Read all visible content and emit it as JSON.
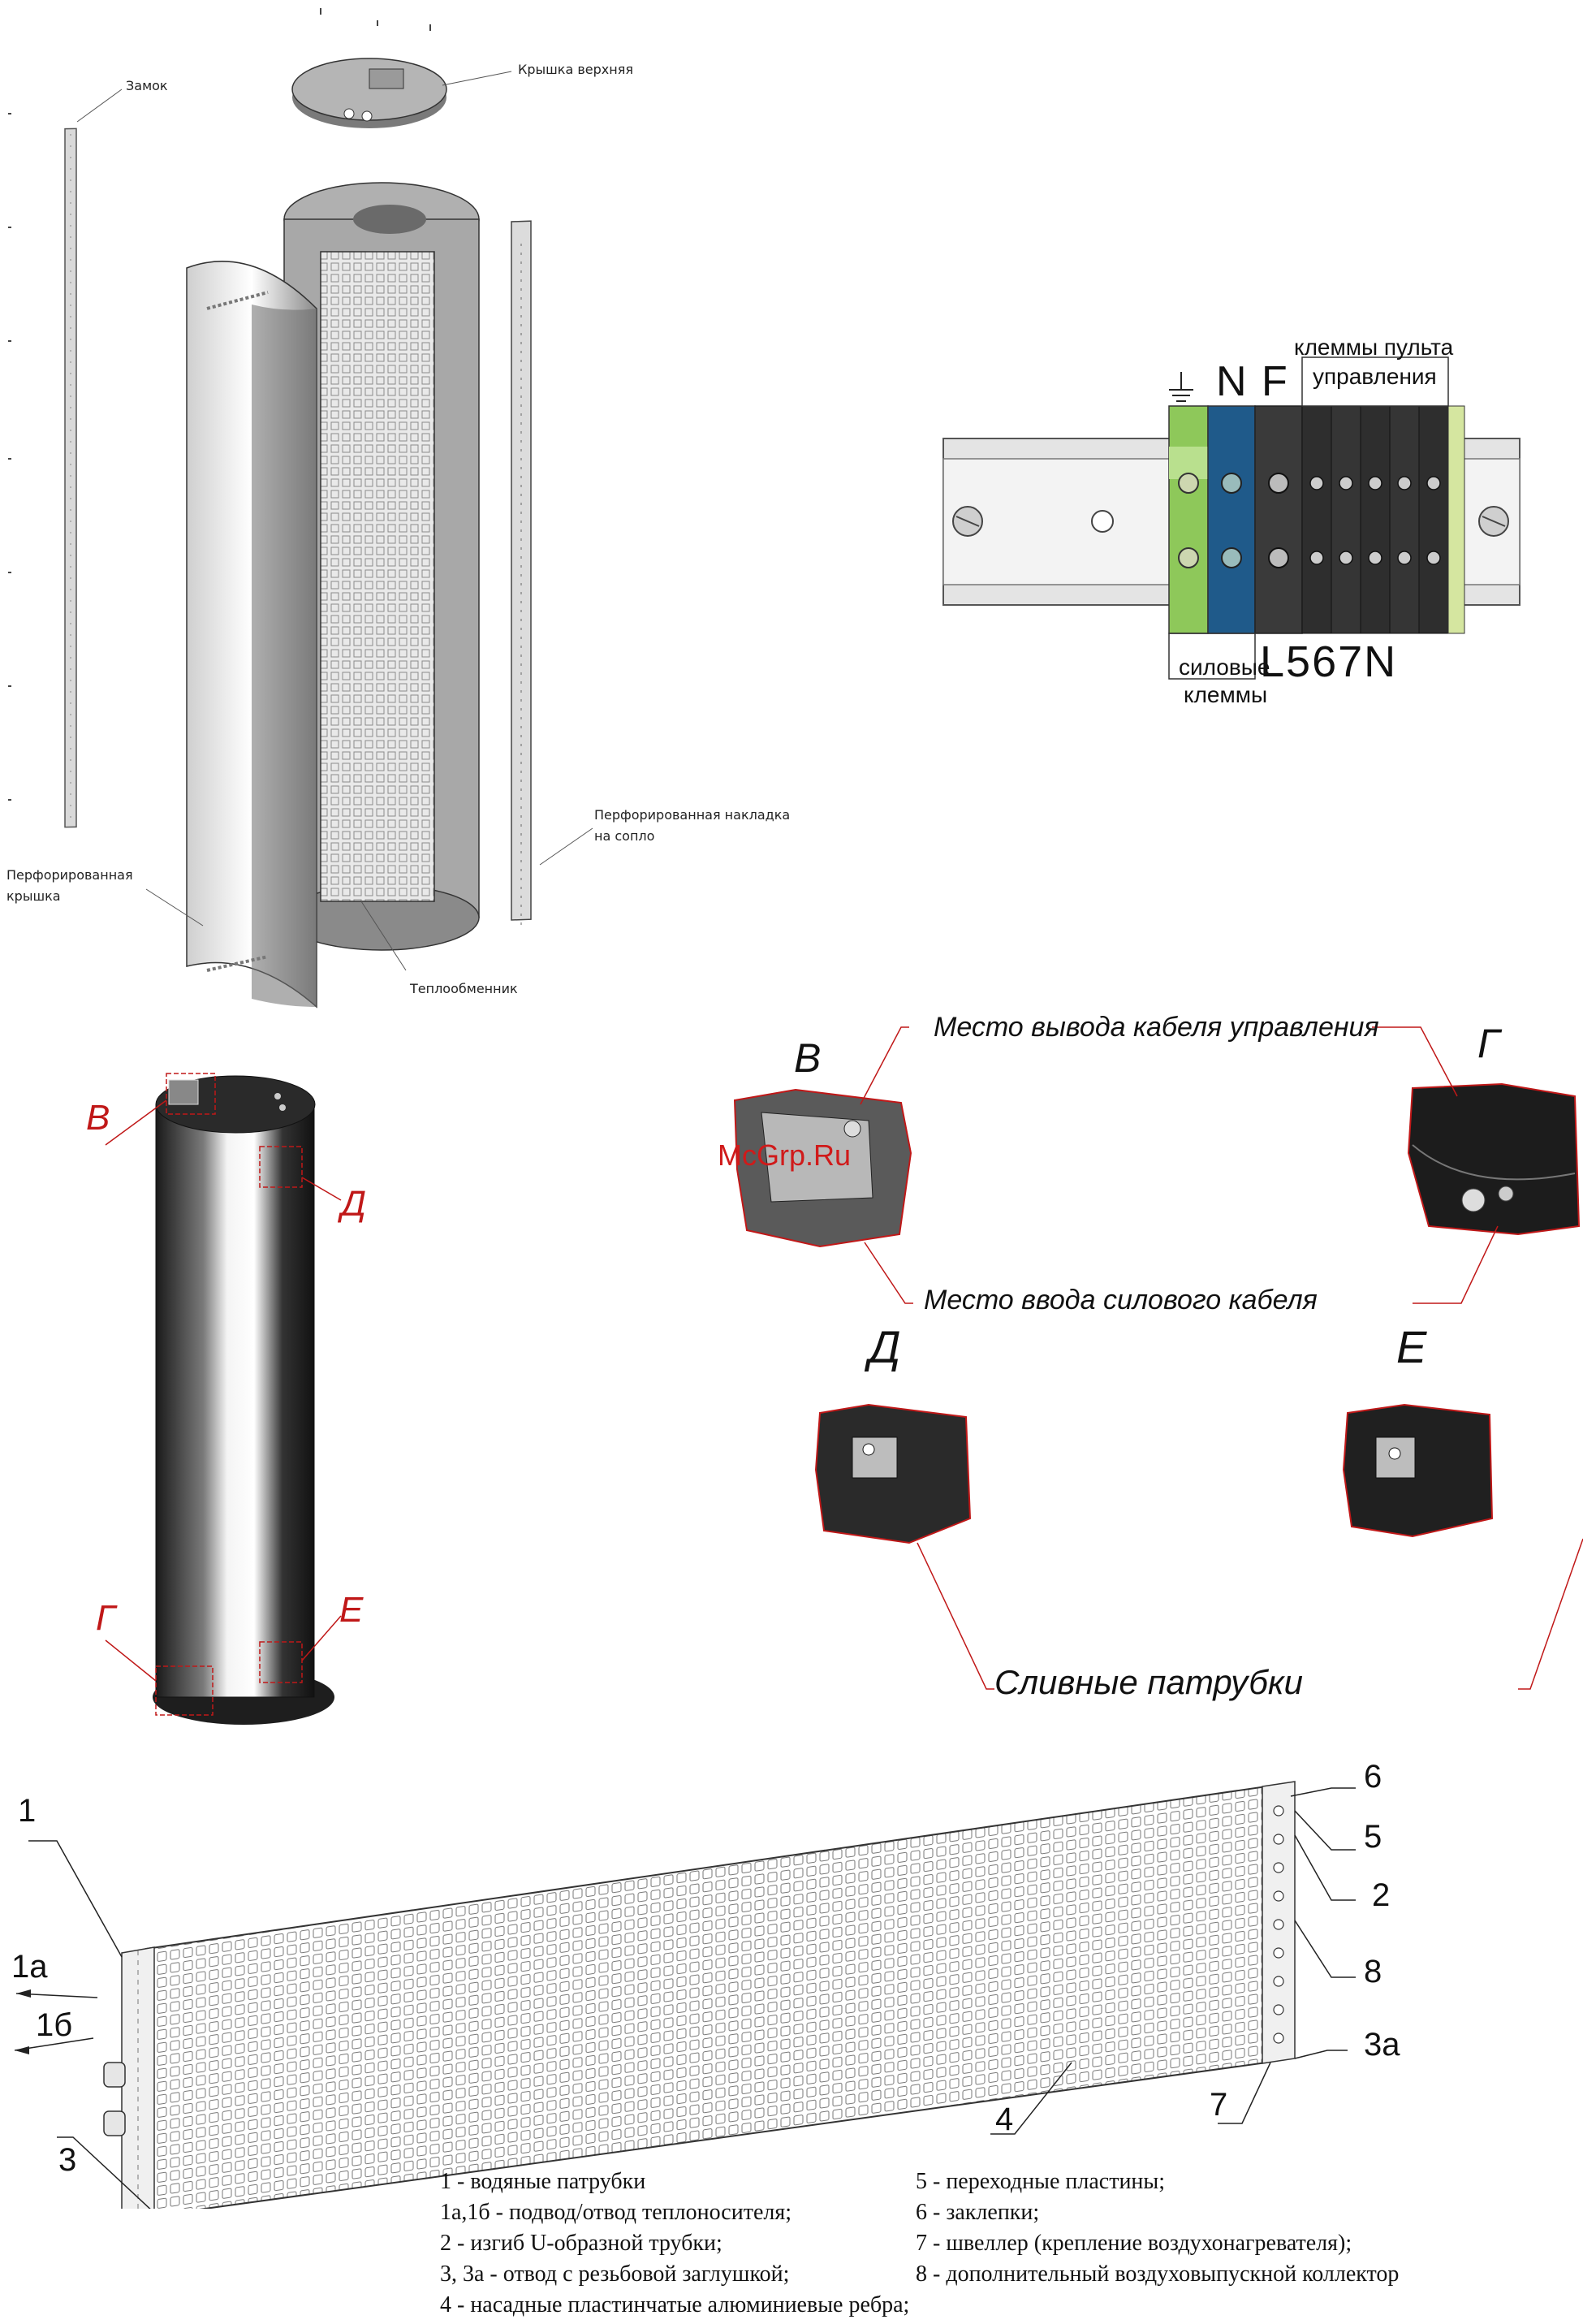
{
  "exploded": {
    "zamok": "Замок",
    "top_cover": "Крышка верхняя",
    "perforated_cover_1": "Перфорированная",
    "perforated_cover_2": "крышка",
    "nozzle_overlay_1": "Перфорированная накладка",
    "nozzle_overlay_2": "на сопло",
    "heat_exchanger": "Теплообменник"
  },
  "terminal": {
    "n": "N",
    "f": "F",
    "control_1": "клеммы пульта",
    "control_2": "управления",
    "power_1": "силовые",
    "power_2": "клеммы",
    "bottom_code": "L567N"
  },
  "column": {
    "v": "В",
    "d": "Д",
    "g": "Г",
    "e": "Е"
  },
  "details": {
    "v": "В",
    "g": "Г",
    "d": "Д",
    "e": "Е",
    "control_cable": "Место вывода кабеля управления",
    "power_cable": "Место ввода силового кабеля",
    "drains": "Сливные патрубки",
    "watermark": "McGrp.Ru"
  },
  "coil": {
    "n1": "1",
    "n1a": "1а",
    "n1b": "1б",
    "n3": "3",
    "n4": "4",
    "n7": "7",
    "n3a": "3а",
    "n8": "8",
    "n2": "2",
    "n5": "5",
    "n6": "6"
  },
  "legend": {
    "left": [
      "1 - водяные патрубки",
      "1а,1б - подвод/отвод теплоносителя;",
      "2 - изгиб U-образной трубки;",
      "3, 3а - отвод с резьбовой заглушкой;",
      "4 - насадные пластинчатые алюминиевые ребра;"
    ],
    "right": [
      "5 - переходные пластины;",
      "6 - заклепки;",
      "7 - швеллер (крепление  воздухонагревателя);",
      "8 - дополнительный воздуховыпускной коллектор"
    ]
  },
  "colors": {
    "metal_dark": "#2a2a2a",
    "metal_light": "#d8d8d8",
    "terminal_green": "#8ec85a",
    "terminal_blue": "#1f5a8a",
    "detail_red": "#c01818"
  }
}
